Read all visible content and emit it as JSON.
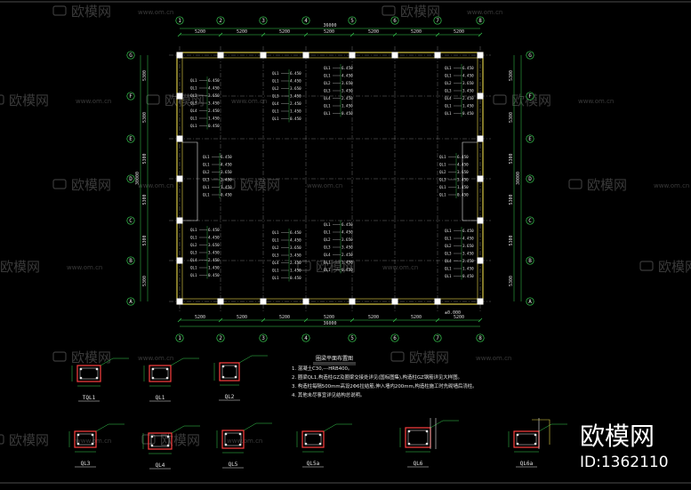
{
  "watermark": {
    "site": "www.om.cn",
    "brand_cn": "欧模网"
  },
  "brand": {
    "name_cn": "欧模网",
    "id_text": "ID:1362110"
  },
  "axes": {
    "columns": [
      "1",
      "2",
      "3",
      "4",
      "5",
      "6",
      "7",
      "8"
    ],
    "rows": [
      "A",
      "B",
      "C",
      "D",
      "E",
      "F",
      "G"
    ]
  },
  "dims": {
    "top_total": "36000",
    "top_bays": [
      "5200",
      "5200",
      "5200",
      "5200",
      "5200",
      "5200",
      "5200"
    ],
    "bottom_total": "36000",
    "bottom_bays": [
      "5200",
      "5200",
      "5200",
      "5200",
      "5200",
      "5200",
      "5200"
    ],
    "left": [
      "5300",
      "5300",
      "5300",
      "5300",
      "5300",
      "5300"
    ],
    "left_total": "30000",
    "right": [
      "5300",
      "5300",
      "5300",
      "5300",
      "5300",
      "5300"
    ],
    "right_total": "30000"
  },
  "schedules": {
    "tl": [
      [
        "QL1",
        "6.450"
      ],
      [
        "QL1",
        "4.450"
      ],
      [
        "QL2",
        "3.650"
      ],
      [
        "QL3",
        "3.450"
      ],
      [
        "QL4",
        "2.450"
      ],
      [
        "QL1",
        "1.450"
      ],
      [
        "QL1",
        "0.450"
      ]
    ],
    "tc1": [
      [
        "QL1",
        "6.450"
      ],
      [
        "QL1",
        "4.450"
      ],
      [
        "QL2",
        "3.650"
      ],
      [
        "QL3",
        "3.450"
      ],
      [
        "QL4",
        "2.450"
      ],
      [
        "QL1",
        "1.450"
      ],
      [
        "QL1",
        "0.450"
      ]
    ],
    "tc2": [
      [
        "QL1",
        "6.450"
      ],
      [
        "QL1",
        "4.450"
      ],
      [
        "QL2",
        "3.650"
      ],
      [
        "QL3",
        "3.450"
      ],
      [
        "QL4",
        "2.450"
      ],
      [
        "QL1",
        "1.450"
      ],
      [
        "QL1",
        "0.450"
      ]
    ],
    "tr": [
      [
        "QL1",
        "6.450"
      ],
      [
        "QL1",
        "4.450"
      ],
      [
        "QL2",
        "3.650"
      ],
      [
        "QL3",
        "3.450"
      ],
      [
        "QL4",
        "2.450"
      ],
      [
        "QL1",
        "1.450"
      ],
      [
        "QL1",
        "0.450"
      ]
    ],
    "ml": [
      [
        "QL1",
        "6.450"
      ],
      [
        "QL1",
        "4.450"
      ],
      [
        "QL2",
        "3.650"
      ],
      [
        "QL3",
        "3.450"
      ],
      [
        "QL1",
        "1.450"
      ],
      [
        "QL1",
        "0.450"
      ]
    ],
    "mr": [
      [
        "QL1",
        "6.450"
      ],
      [
        "QL1",
        "4.450"
      ],
      [
        "QL2",
        "3.650"
      ],
      [
        "QL3",
        "3.450"
      ],
      [
        "QL1",
        "1.450"
      ],
      [
        "QL1",
        "0.450"
      ]
    ],
    "bl": [
      [
        "QL1",
        "6.450"
      ],
      [
        "QL1",
        "4.450"
      ],
      [
        "QL2",
        "3.650"
      ],
      [
        "QL3",
        "3.450"
      ],
      [
        "QL4",
        "2.450"
      ],
      [
        "QL1",
        "1.450"
      ],
      [
        "QL1",
        "0.450"
      ]
    ],
    "bc1": [
      [
        "QL1",
        "6.450"
      ],
      [
        "QL1",
        "4.450"
      ],
      [
        "QL2",
        "3.650"
      ],
      [
        "QL3",
        "3.450"
      ],
      [
        "QL4",
        "2.450"
      ],
      [
        "QL1",
        "1.450"
      ],
      [
        "QL1",
        "0.450"
      ]
    ],
    "bc2": [
      [
        "QL1",
        "6.450"
      ],
      [
        "QL1",
        "4.450"
      ],
      [
        "QL2",
        "3.650"
      ],
      [
        "QL3",
        "3.450"
      ],
      [
        "QL4",
        "2.450"
      ],
      [
        "QL1",
        "1.450"
      ],
      [
        "QL1",
        "0.450"
      ]
    ],
    "br": [
      [
        "QL1",
        "6.450"
      ],
      [
        "QL1",
        "4.450"
      ],
      [
        "QL2",
        "3.650"
      ],
      [
        "QL3",
        "3.450"
      ],
      [
        "QL4",
        "2.450"
      ],
      [
        "QL1",
        "1.450"
      ],
      [
        "QL1",
        "0.450"
      ]
    ]
  },
  "plan_title": "圈梁平面布置图",
  "notes": [
    "1. 混凝土C30,---HRB400。",
    "2. 圈梁QL1,构造柱GZ及圈梁交接处详见(国标图集),构造柱GZ钢筋详见大样图。",
    "3. 构造柱每隔500mm高设2Φ6拉结筋,伸入墙内200mm,构造柱施工时先砌墙后浇柱。",
    "4. 其他未尽事宜详见结构总说明。"
  ],
  "details": {
    "row1": [
      "TQL1",
      "QL1",
      "QL2"
    ],
    "row2": [
      "QL3",
      "QL4",
      "QL5",
      "QL5a",
      "QL6",
      "QL6a"
    ]
  }
}
